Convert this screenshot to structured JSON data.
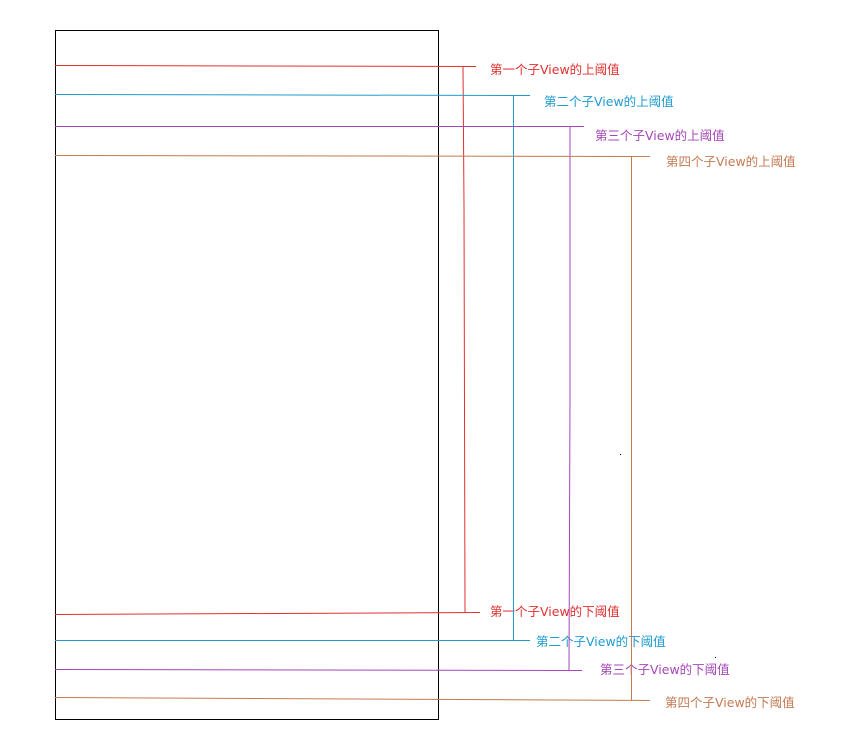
{
  "colors": {
    "first": "#e0302e",
    "second": "#1e9bd0",
    "third": "#a546b8",
    "fourth": "#c47a52",
    "frame": "#000000"
  },
  "labels": {
    "first_upper": "第一个子View的上阈值",
    "second_upper": "第二个子View的上阈值",
    "third_upper": "第三个子View的上阈值",
    "fourth_upper": "第四个子View的上阈值",
    "first_lower": "第一个子View的下阈值",
    "second_lower": "第二个子View的下阈值",
    "third_lower": "第三个子View的下阈值",
    "fourth_lower": "第四个子View的下阈值"
  }
}
